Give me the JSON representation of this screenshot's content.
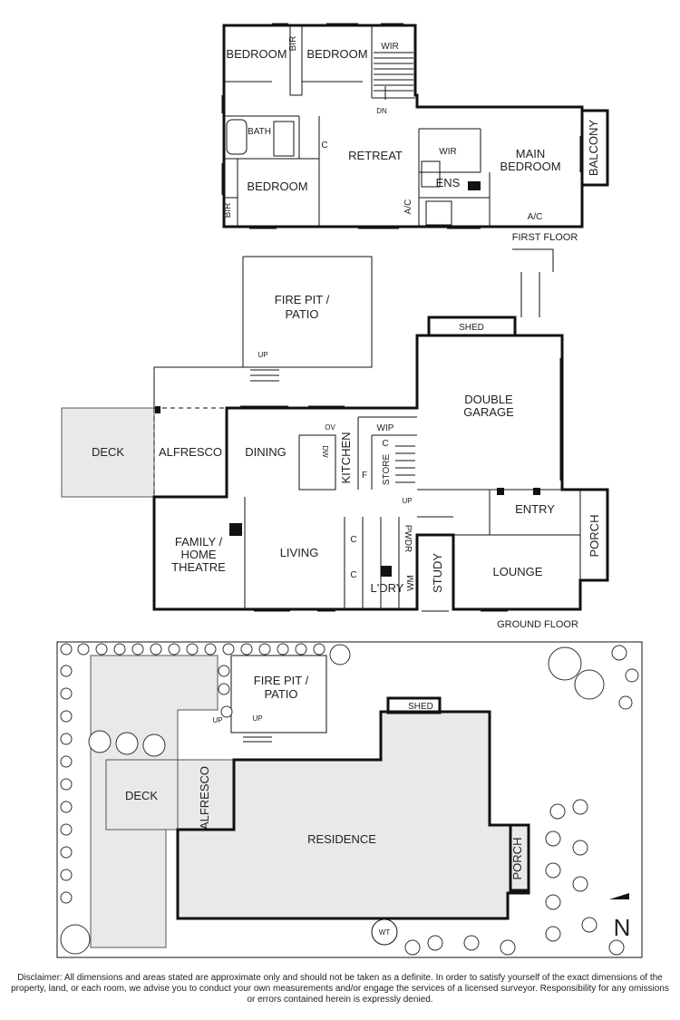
{
  "first_floor": {
    "title": "FIRST FLOOR",
    "rooms": {
      "bedroom_1": "BEDROOM",
      "bedroom_2": "BEDROOM",
      "bedroom_3": "BEDROOM",
      "bir_1": "BIR",
      "bir_2": "BIR",
      "wir_1": "WIR",
      "wir_2": "WIR",
      "bath": "BATH",
      "c": "C",
      "retreat": "RETREAT",
      "main_bedroom_1": "MAIN",
      "main_bedroom_2": "BEDROOM",
      "balcony": "BALCONY",
      "ens": "ENS",
      "ac_1": "A/C",
      "ac_2": "A/C",
      "dn": "DN"
    }
  },
  "ground_floor": {
    "title": "GROUND FLOOR",
    "rooms": {
      "fire_pit_1": "FIRE PIT /",
      "fire_pit_2": "PATIO",
      "up_1": "UP",
      "up_2": "UP",
      "shed": "SHED",
      "double_garage_1": "DOUBLE",
      "double_garage_2": "GARAGE",
      "deck": "DECK",
      "alfresco": "ALFRESCO",
      "dining": "DINING",
      "ov": "OV",
      "dw": "DW",
      "wip": "WIP",
      "kitchen": "KITCHEN",
      "c_1": "C",
      "c_2": "C",
      "c_3": "C",
      "f": "F",
      "store": "STORE",
      "entry": "ENTRY",
      "porch": "PORCH",
      "family_1": "FAMILY /",
      "family_2": "HOME",
      "family_3": "THEATRE",
      "living": "LIVING",
      "pwdr": "PWDR",
      "wm": "WM",
      "ldry": "L'DRY",
      "study": "STUDY",
      "lounge": "LOUNGE"
    }
  },
  "site_plan": {
    "fire_pit_1": "FIRE PIT /",
    "fire_pit_2": "PATIO",
    "up_1": "UP",
    "up_2": "UP",
    "shed": "SHED",
    "deck": "DECK",
    "alfresco": "ALFRESCO",
    "residence": "RESIDENCE",
    "porch": "PORCH",
    "wt": "WT",
    "north": "N"
  },
  "disclaimer": "Disclaimer: All dimensions and areas stated are approximate only and should not be taken as a definite. In order to satisfy yourself of the exact dimensions of the property, land, or each room, we advise you to conduct your own measurements and/or engage the services of a licensed surveyor. Responsibility for any omissions or errors contained herein is expressly denied."
}
